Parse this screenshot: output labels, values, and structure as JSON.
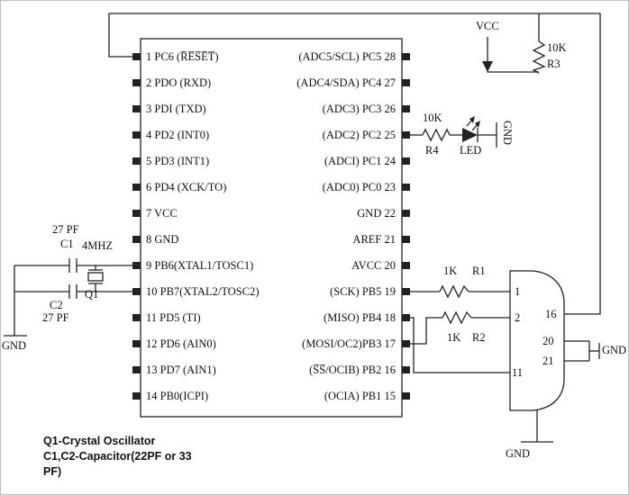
{
  "ic": {
    "left_pins": [
      "1 PC6 (R̅E̅S̅E̅T̅)",
      "2 PDO (RXD)",
      "3 PDI (TXD)",
      "4 PD2 (INT0)",
      "5 PD3 (INT1)",
      "6 PD4 (XCK/TO)",
      "7 VCC",
      "8 GND",
      "9 PB6(XTAL1/TOSC1)",
      "10 PB7(XTAL2/TOSC2)",
      "11 PD5 (TI)",
      "12 PD6 (AIN0)",
      "13 PD7 (AIN1)",
      "14 PB0(ICPI)"
    ],
    "right_pins": [
      "(ADC5/SCL) PC5 28",
      "(ADC4/SDA) PC4 27",
      "(ADC3) PC3 26",
      "(ADC2) PC2 25",
      "(ADCI) PC1 24",
      "(ADC0) PC0 23",
      "GND 22",
      "AREF 21",
      "AVCC 20",
      "(SCK) PB5 19",
      "(MISO) PB4 18",
      "(MOSI/OC2)PB3 17",
      "(S̅S̅/OCIB) PB2 16",
      "(OCIA) PB1 15"
    ]
  },
  "components": {
    "vcc": "VCC",
    "r3": {
      "value": "10K",
      "ref": "R3"
    },
    "r4": {
      "value": "10K",
      "ref": "R4"
    },
    "led": {
      "ref": "LED"
    },
    "r1": {
      "value": "1K",
      "ref": "R1"
    },
    "r2": {
      "value": "1K",
      "ref": "R2"
    },
    "c1": {
      "value": "27 PF",
      "ref": "C1"
    },
    "c2": {
      "value": "27 PF",
      "ref": "C2"
    },
    "crystal": {
      "value": "4MHZ",
      "ref": "Q1"
    }
  },
  "grounds": {
    "left": "GND",
    "led": "GND",
    "right": "GND",
    "bottom": "GND"
  },
  "connector": {
    "pins": {
      "p1": "1",
      "p2": "2",
      "p11": "11",
      "p16": "16",
      "p20": "20",
      "p21": "21"
    }
  },
  "notes": {
    "line1": "Q1-Crystal Oscillator",
    "line2": "C1,C2-Capacitor(22PF or 33",
    "line3": "PF)"
  },
  "colors": {
    "line": "#222222",
    "background": "#ffffff"
  }
}
